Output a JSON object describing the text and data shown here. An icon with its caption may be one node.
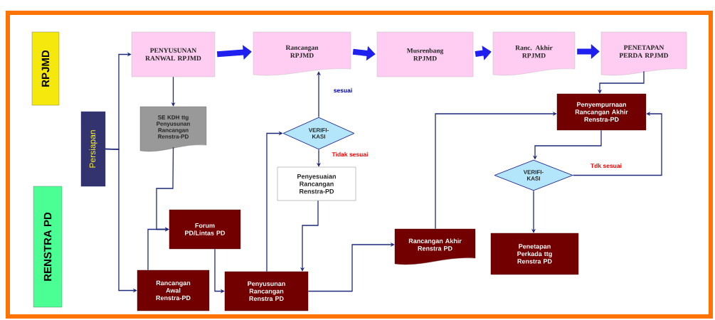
{
  "diagram": {
    "nodes": [
      {
        "text": [
          "RPJMD"
        ]
      },
      {
        "text": [
          "RENSTRA PD"
        ]
      },
      {
        "text": [
          "Persiapan"
        ]
      },
      {
        "text": [
          "PENYUSUNAN RANWAL RPJMD"
        ]
      },
      {
        "text": [
          "Rancangan RPJMD"
        ]
      },
      {
        "text": [
          "Musrenbang RPJMD"
        ]
      },
      {
        "text": [
          "Ranc. Akhir RPJMD"
        ]
      },
      {
        "text": [
          "PENETAPAN PERDA RPJMD"
        ]
      },
      {
        "text": [
          "SE KDH ttg Penyusunan Rancangan Renstra-PD"
        ]
      },
      {
        "text": [
          "VERIFI-KASI"
        ]
      },
      {
        "text": [
          "Penyempurnaan Rancangan Akhir Renstra-PD"
        ]
      },
      {
        "text": [
          "Penyesuaian Rancangan Renstra-PD"
        ]
      },
      {
        "text": [
          "VERIFI-KASI"
        ]
      },
      {
        "text": [
          "Forum PD/Lintas PD"
        ]
      },
      {
        "text": [
          "Rancangan Akhir Renstra PD"
        ]
      },
      {
        "text": [
          "Penetapan Perkada ttg Renstra PD"
        ]
      },
      {
        "text": [
          "Rancangan Awal Renstra-PD"
        ]
      },
      {
        "text": [
          "Penyusunan Rancangan Renstra PD"
        ]
      }
    ],
    "edges": [
      {
        "from": 3,
        "to": 4,
        "arrow": "to",
        "style": "thick",
        "color": "#1f1fef"
      },
      {
        "from": 4,
        "to": 5,
        "arrow": "to",
        "style": "thick",
        "color": "#1f1fef"
      },
      {
        "from": 5,
        "to": 6,
        "arrow": "to",
        "style": "thick",
        "color": "#1f1fef"
      },
      {
        "from": 6,
        "to": 7,
        "arrow": "to",
        "style": "thick",
        "color": "#1f1fef"
      },
      {
        "from": 3,
        "to": 8,
        "arrow": "to"
      },
      {
        "from": 8,
        "to": 13,
        "arrow": "to"
      },
      {
        "from": 16,
        "to": 13,
        "arrow": "to"
      },
      {
        "from": 2,
        "to": 3,
        "arrow": "to"
      },
      {
        "from": 2,
        "to": 16,
        "arrow": "to"
      },
      {
        "from": 13,
        "to": 17,
        "arrow": "to"
      },
      {
        "from": 17,
        "to": 9,
        "arrow": "to"
      },
      {
        "from": 9,
        "to": 4,
        "arrow": "to",
        "label": "sesuai"
      },
      {
        "from": 9,
        "to": 11,
        "arrow": "to",
        "label": "Tidak sesuai"
      },
      {
        "from": 11,
        "to": 17,
        "arrow": "to"
      },
      {
        "from": 17,
        "to": 14,
        "arrow": "to"
      },
      {
        "from": 14,
        "to": 10,
        "arrow": "to"
      },
      {
        "from": 7,
        "to": 10,
        "arrow": "to"
      },
      {
        "from": 10,
        "to": 12,
        "arrow": "to"
      },
      {
        "from": 12,
        "to": 10,
        "arrow": "to",
        "label": "Tdk sesuai"
      },
      {
        "from": 12,
        "to": 15,
        "arrow": "to"
      }
    ]
  }
}
